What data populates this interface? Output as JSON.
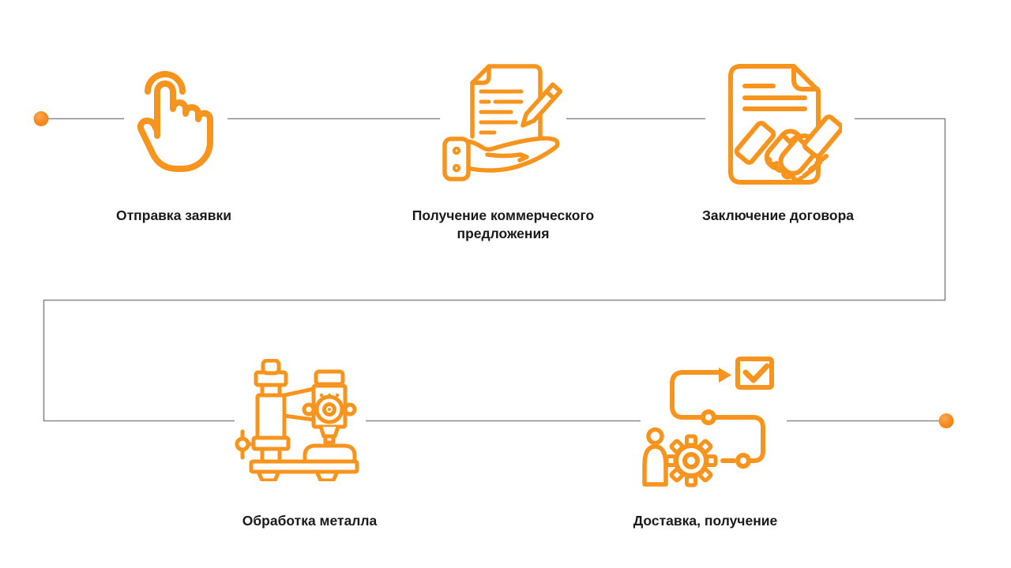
{
  "page": {
    "background": "#FFFFFF",
    "description_type": "process-flow-infographic"
  },
  "palette": {
    "accent_orange": "#F7941D",
    "connector_gray": "#8A8A8A",
    "label_text": "#1A1A1A",
    "dot_gradient_light": "#FAA84F",
    "dot_gradient_dark": "#EF7D14"
  },
  "connector": {
    "start_marker": "orange-dot-left",
    "end_marker": "orange-dot-right"
  },
  "steps": [
    {
      "order": 1,
      "label": "Отправка заявки",
      "icon": "tap-hand-icon"
    },
    {
      "order": 2,
      "label": "Получение коммерческого предложения",
      "icon": "offer-document-hand-icon"
    },
    {
      "order": 3,
      "label": "Заключение договора",
      "icon": "contract-handshake-icon"
    },
    {
      "order": 4,
      "label": "Обработка металла",
      "icon": "milling-machine-icon"
    },
    {
      "order": 5,
      "label": "Доставка, получение",
      "icon": "delivery-workflow-icon"
    }
  ]
}
